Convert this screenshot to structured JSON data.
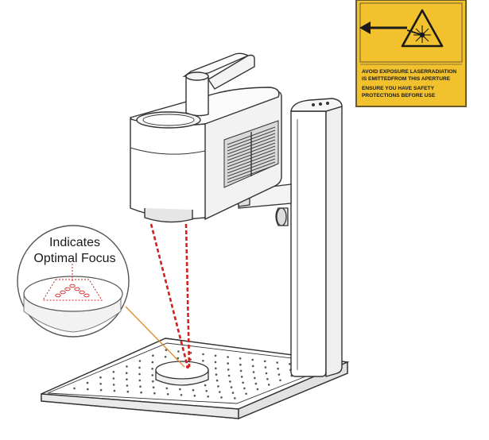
{
  "callout": {
    "line1": "Indicates",
    "line2": "Optimal Focus"
  },
  "warning_label": {
    "line1": "AVOID EXPOSURE LASERRADIATION",
    "line2": "IS EMITTEDFROM THIS APERTURE",
    "line3": "ENSURE YOU HAVE SAFETY",
    "line4": "PROTECTIONS BEFORE USE",
    "background_color": "#f2c12e",
    "border_color": "#6b5a2a"
  },
  "colors": {
    "outline": "#333333",
    "laser_beam": "#d32020",
    "leader_line": "#e08a2a"
  }
}
